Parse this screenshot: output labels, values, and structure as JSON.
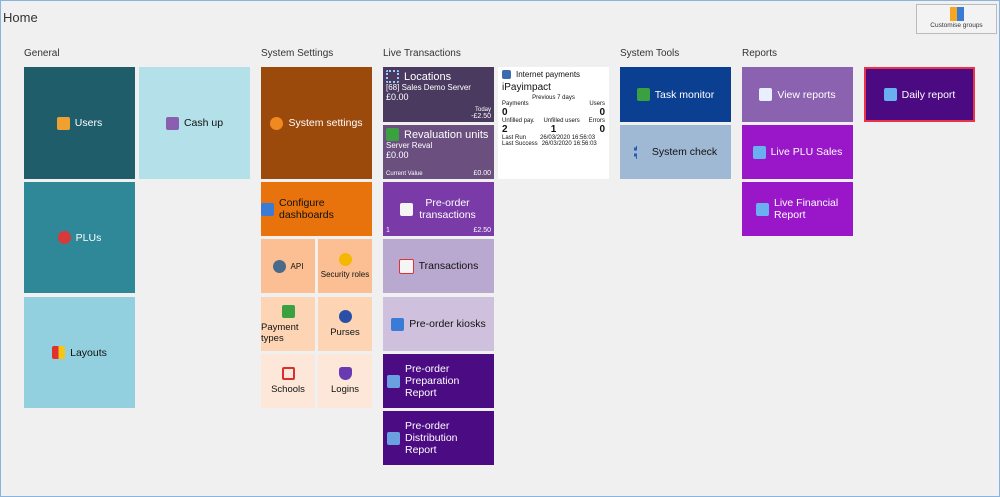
{
  "window": {
    "title": "Home",
    "customise_label": "Customise groups"
  },
  "groups": {
    "general": "General",
    "system_settings": "System Settings",
    "live": "Live Transactions",
    "tools": "System Tools",
    "reports": "Reports"
  },
  "tiles": {
    "users": "Users",
    "cash_up": "Cash up",
    "plus": "PLUs",
    "layouts": "Layouts",
    "system_settings": "System settings",
    "configure_dashboards": "Configure dashboards",
    "api": "API",
    "security_roles": "Security roles",
    "payment_types": "Payment types",
    "purses": "Purses",
    "schools": "Schools",
    "logins": "Logins",
    "pre_order_transactions": "Pre-order transactions",
    "pre_order_count": "1",
    "pre_order_amount": "£2.50",
    "transactions": "Transactions",
    "pre_order_kiosks": "Pre-order kiosks",
    "prep_report": "Pre-order Preparation Report",
    "dist_report": "Pre-order Distribution Report",
    "task_monitor": "Task monitor",
    "system_check": "System check",
    "view_reports": "View reports",
    "live_plu_sales": "Live PLU Sales",
    "live_financial": "Live Financial Report",
    "daily_report": "Daily report"
  },
  "locations": {
    "title": "Locations",
    "server": "[68] Sales Demo Server",
    "amount": "£0.00",
    "today_label": "Today",
    "today_value": "-£2.50"
  },
  "revaluation": {
    "title": "Revaluation units",
    "server": "Server Reval",
    "amount": "£0.00",
    "current_label": "Current Value",
    "current_value": "£0.00"
  },
  "internet_payments": {
    "title": "Internet payments",
    "provider": "iPayimpact",
    "period": "Previous 7 days",
    "payments_label": "Payments",
    "payments": "0",
    "users_label": "Users",
    "users": "0",
    "unfilled_pay_label": "Unfilled pay.",
    "unfilled_pay": "2",
    "unfilled_users_label": "Unfilled users",
    "unfilled_users": "1",
    "errors_label": "Errors",
    "errors": "0",
    "last_run_label": "Last Run",
    "last_run": "26/03/2020 16:56:03",
    "last_success_label": "Last Success",
    "last_success": "26/03/2020 16:56:03"
  },
  "colors": {
    "selected_border": "#e8334a"
  }
}
